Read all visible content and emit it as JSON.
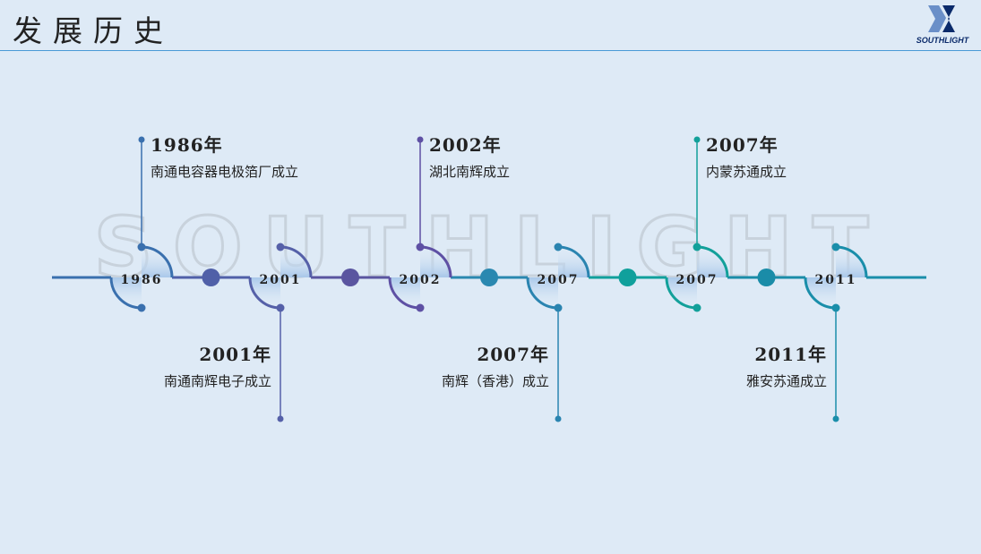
{
  "header": {
    "title": "发展历史",
    "logo_text": "SOUTHLIGHT"
  },
  "watermark": "SOUTHLIGHT",
  "nodes": [
    {
      "year": "1986",
      "color": "#3a70ae"
    },
    {
      "year": "2001",
      "color": "#5560a8"
    },
    {
      "year": "2002",
      "color": "#5e50a4"
    },
    {
      "year": "2007",
      "color": "#2a84b0"
    },
    {
      "year": "2007",
      "color": "#12a09a"
    },
    {
      "year": "2011",
      "color": "#1a8eaa"
    }
  ],
  "connectors": [
    "#5060a8",
    "#5a55a0",
    "#2a88b0",
    "#10a09c",
    "#1a8ca8"
  ],
  "events": [
    {
      "year": "1986年",
      "desc": "南通电容器电极箔厂成立",
      "position": "above"
    },
    {
      "year": "2001年",
      "desc": "南通南辉电子成立",
      "position": "below"
    },
    {
      "year": "2002年",
      "desc": "湖北南辉成立",
      "position": "above"
    },
    {
      "year": "2007年",
      "desc": "南辉（香港）成立",
      "position": "below"
    },
    {
      "year": "2007年",
      "desc": "内蒙苏通成立",
      "position": "above"
    },
    {
      "year": "2011年",
      "desc": "雅安苏通成立",
      "position": "below"
    }
  ]
}
